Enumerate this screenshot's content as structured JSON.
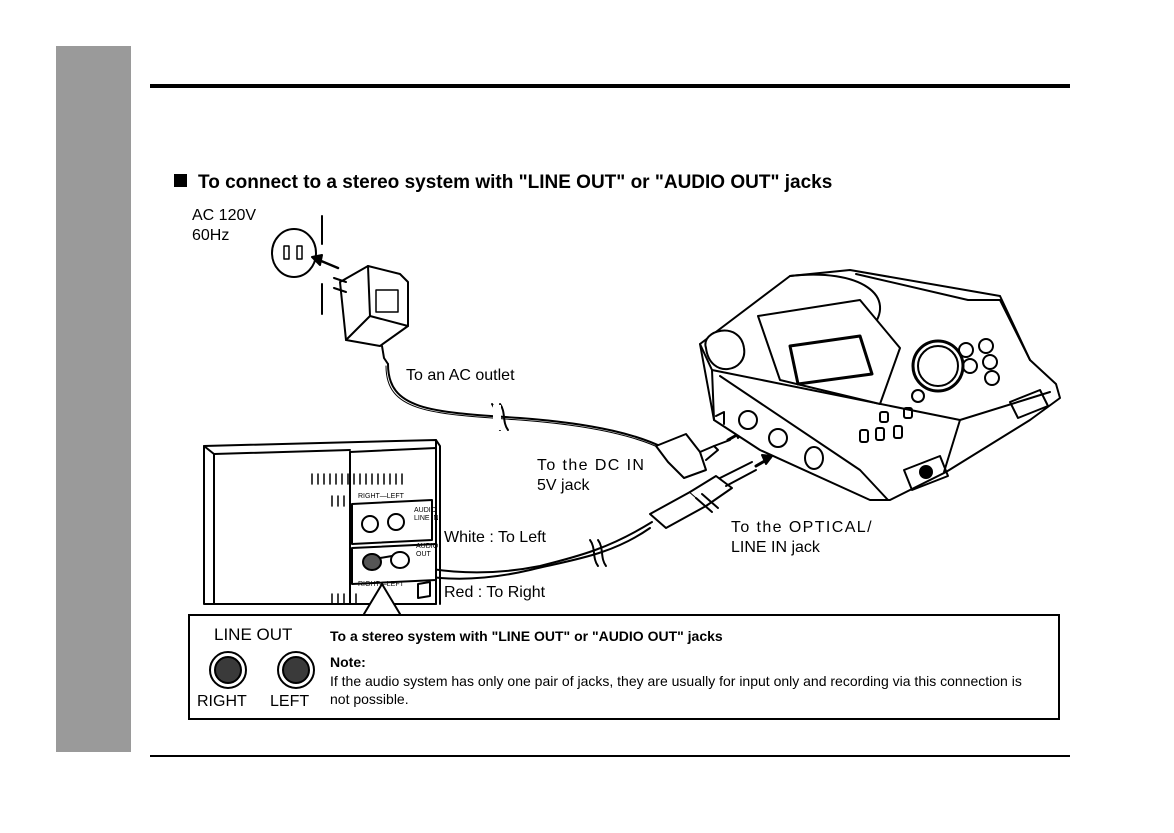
{
  "page": {
    "heading": "To connect to a stereo system with \"LINE OUT\" or \"AUDIO OUT\" jacks"
  },
  "diagram": {
    "power_spec": [
      "AC 120V",
      "60Hz"
    ],
    "ac_outlet": "To an AC outlet",
    "dc_in": [
      "To the DC IN",
      "5V jack"
    ],
    "optical_in": [
      "To the OPTICAL/",
      "LINE IN jack"
    ],
    "white_lead": "White : To Left",
    "red_lead": "Red : To Right",
    "stereo_panel": {
      "upper_right_left": "RIGHT—LEFT",
      "upper_tag": [
        "AUDIO",
        "LINE IN"
      ],
      "lower_right_left": "RIGHT—LEFT",
      "lower_tag": [
        "AUDIO",
        "OUT"
      ]
    }
  },
  "note_box": {
    "line_out": "LINE OUT",
    "right": "RIGHT",
    "left": "LEFT",
    "title": "To  a stereo system with \"LINE OUT\" or \"AUDIO OUT\" jacks",
    "note_label": "Note:",
    "note_text": "If the audio system has only one pair of jacks, they are usually for input only and recording via this connection is not possible."
  }
}
